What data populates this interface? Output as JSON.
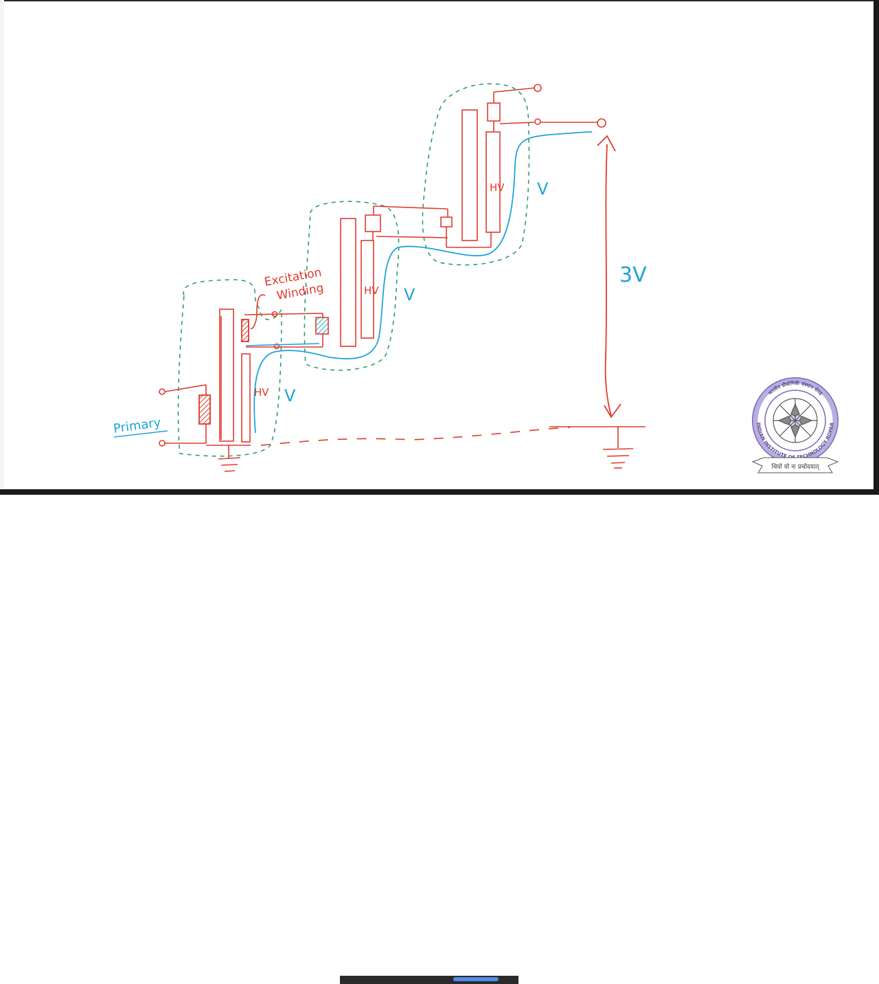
{
  "diagram": {
    "labels": {
      "primary": "Primary",
      "excitation": "Excitation",
      "winding": "Winding",
      "hv1": "HV",
      "hv2": "HV",
      "hv3": "HV",
      "v1": "V",
      "v2": "V",
      "v3": "V",
      "total": "3V"
    },
    "colors": {
      "winding": "#e03a2d",
      "voltage": "#1fa4d8",
      "enclosure": "#2a9d6f",
      "hatch": "#e03a2d",
      "bushing": "#1fa4d8"
    }
  },
  "logo": {
    "ring_text": "INDIAN INSTITUTE OF TECHNOLOGY ROPAR",
    "top_text": "भारतीय प्रौद्योगिकी संस्थान रोपड़",
    "motto": "धियो यो नः प्रचोदयात्",
    "icon": "iit-ropar-emblem-icon"
  }
}
